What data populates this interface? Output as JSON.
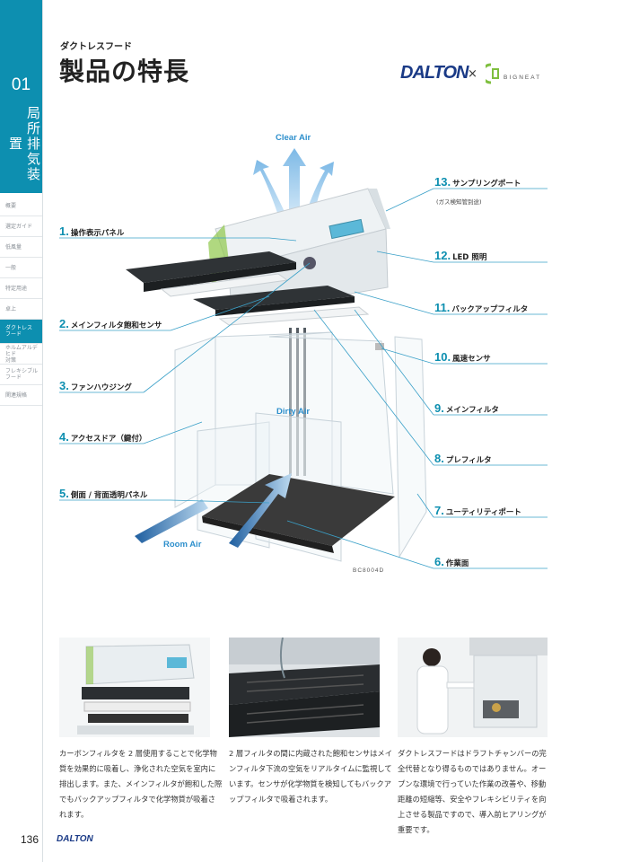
{
  "sidebar": {
    "number": "01",
    "section_title": "局所排気装置",
    "items": [
      {
        "label": "概要",
        "active": false
      },
      {
        "label": "選定ガイド",
        "active": false
      },
      {
        "label": "低風量",
        "active": false
      },
      {
        "label": "一般",
        "active": false
      },
      {
        "label": "特定用途",
        "active": false
      },
      {
        "label": "卓上",
        "active": false
      },
      {
        "label": "ダクトレス\nフード",
        "active": true
      },
      {
        "label": "ホルムアルデヒド\n対策",
        "active": false
      },
      {
        "label": "フレキシブル\nフード",
        "active": false
      },
      {
        "label": "関連規格",
        "active": false
      }
    ]
  },
  "header": {
    "subtitle": "ダクトレスフード",
    "title": "製品の特長",
    "logo_dalton": "DALTON",
    "logo_separator": "×",
    "logo_bigneat": "BIGNEAT"
  },
  "diagram": {
    "air_top": "Clear Air",
    "air_middle": "Dirty Air",
    "air_bottom": "Room Air",
    "image_code": "BC8004D",
    "sampling_note": "(ガス検知管別途)",
    "left_labels": [
      {
        "num": "1.",
        "text": "操作表示パネル"
      },
      {
        "num": "2.",
        "text": "メインフィルタ飽和センサ"
      },
      {
        "num": "3.",
        "text": "ファンハウジング"
      },
      {
        "num": "4.",
        "text": "アクセスドア（鍵付）"
      },
      {
        "num": "5.",
        "text": "側面 / 背面透明パネル"
      }
    ],
    "right_labels": [
      {
        "num": "13.",
        "text": "サンプリングポート"
      },
      {
        "num": "12.",
        "text": "LED 照明"
      },
      {
        "num": "11.",
        "text": "バックアップフィルタ"
      },
      {
        "num": "10.",
        "text": "風速センサ"
      },
      {
        "num": "9.",
        "text": "メインフィルタ"
      },
      {
        "num": "8.",
        "text": "プレフィルタ"
      },
      {
        "num": "7.",
        "text": "ユーティリティポート"
      },
      {
        "num": "6.",
        "text": "作業面"
      }
    ]
  },
  "captions": [
    "カーボンフィルタを 2 層使用することで化学物質を効果的に吸着し、浄化された空気を室内に排出します。また、メインフィルタが飽和した際でもバックアップフィルタで化学物質が吸着されます。",
    "2 層フィルタの間に内蔵された飽和センサはメインフィルタ下流の空気をリアルタイムに監視しています。センサが化学物質を検知してもバックアップフィルタで吸着されます。",
    "ダクトレスフードはドラフトチャンバーの完全代替となり得るものではありません。オープンな環境で行っていた作業の改善や、移動距離の短縮等、安全やフレキシビリティを向上させる製品ですので、導入前ヒアリングが重要です。"
  ],
  "footer": {
    "page_number": "136",
    "logo": "DALTON"
  }
}
